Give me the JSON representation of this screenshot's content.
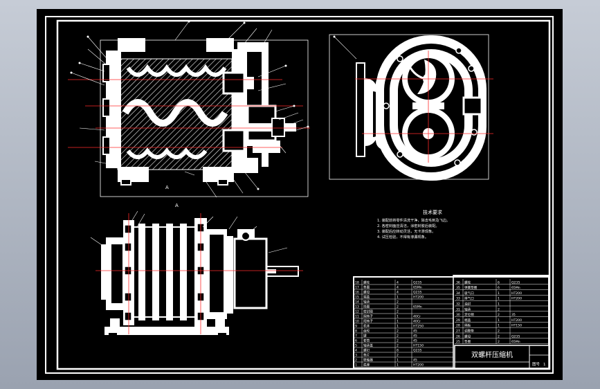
{
  "drawing": {
    "title": "双螺杆压缩机",
    "sheet_label": "图号",
    "sheet_no": "1",
    "view_label": "A",
    "section_label": "A"
  },
  "tech_requirements": {
    "heading": "技术要求",
    "lines": [
      "1. 装配前将零件清洗干净，除去毛刺及飞边。",
      "2. 各密封面应清洁，涂密封胶后装配。",
      "3. 装配后应转动灵活，无卡滞现象。",
      "4. 试压检验，不得有渗漏现象。"
    ]
  },
  "bom": {
    "left": [
      {
        "no": "18",
        "name": "螺栓",
        "qty": "4",
        "material": "Q235"
      },
      {
        "no": "17",
        "name": "垫圈",
        "qty": "4",
        "material": "65Mn"
      },
      {
        "no": "16",
        "name": "螺母",
        "qty": "4",
        "material": "Q235"
      },
      {
        "no": "15",
        "name": "端盖",
        "qty": "1",
        "material": "HT200"
      },
      {
        "no": "14",
        "name": "轴承",
        "qty": "2",
        "material": ""
      },
      {
        "no": "13",
        "name": "挡圈",
        "qty": "2",
        "material": "65Mn"
      },
      {
        "no": "12",
        "name": "密封圈",
        "qty": "2",
        "material": ""
      },
      {
        "no": "11",
        "name": "阴转子",
        "qty": "1",
        "material": "40Cr"
      },
      {
        "no": "10",
        "name": "阳转子",
        "qty": "1",
        "material": "40Cr"
      },
      {
        "no": "9",
        "name": "机体",
        "qty": "1",
        "material": "HT250"
      },
      {
        "no": "8",
        "name": "齿轮",
        "qty": "2",
        "material": "45"
      },
      {
        "no": "7",
        "name": "键",
        "qty": "2",
        "material": "45"
      },
      {
        "no": "6",
        "name": "套筒",
        "qty": "2",
        "material": "45"
      },
      {
        "no": "5",
        "name": "轴承盖",
        "qty": "2",
        "material": "HT150"
      },
      {
        "no": "4",
        "name": "螺钉",
        "qty": "8",
        "material": "Q235"
      },
      {
        "no": "3",
        "name": "垫片",
        "qty": "2",
        "material": ""
      },
      {
        "no": "2",
        "name": "联轴器",
        "qty": "1",
        "material": "45"
      },
      {
        "no": "1",
        "name": "底座",
        "qty": "1",
        "material": "HT200"
      }
    ],
    "right": [
      {
        "no": "36",
        "name": "螺栓",
        "qty": "6",
        "material": "Q235"
      },
      {
        "no": "35",
        "name": "弹簧垫圈",
        "qty": "6",
        "material": "65Mn"
      },
      {
        "no": "34",
        "name": "吸气口",
        "qty": "1",
        "material": "HT200"
      },
      {
        "no": "33",
        "name": "排气口",
        "qty": "1",
        "material": "HT200"
      },
      {
        "no": "32",
        "name": "油封",
        "qty": "1",
        "material": ""
      },
      {
        "no": "31",
        "name": "轴承",
        "qty": "2",
        "material": ""
      },
      {
        "no": "30",
        "name": "定位销",
        "qty": "2",
        "material": "35"
      },
      {
        "no": "29",
        "name": "端盖",
        "qty": "1",
        "material": "HT200"
      },
      {
        "no": "28",
        "name": "隔板",
        "qty": "1",
        "material": "HT150"
      },
      {
        "no": "27",
        "name": "调整垫",
        "qty": "2",
        "material": ""
      },
      {
        "no": "26",
        "name": "螺母",
        "qty": "2",
        "material": "Q235"
      },
      {
        "no": "25",
        "name": "垫圈",
        "qty": "2",
        "material": "65Mn"
      }
    ]
  },
  "colors": {
    "paper": "#000000",
    "line": "#ffffff",
    "centerline": "#ff2a2a",
    "frame": "#ffffff"
  }
}
